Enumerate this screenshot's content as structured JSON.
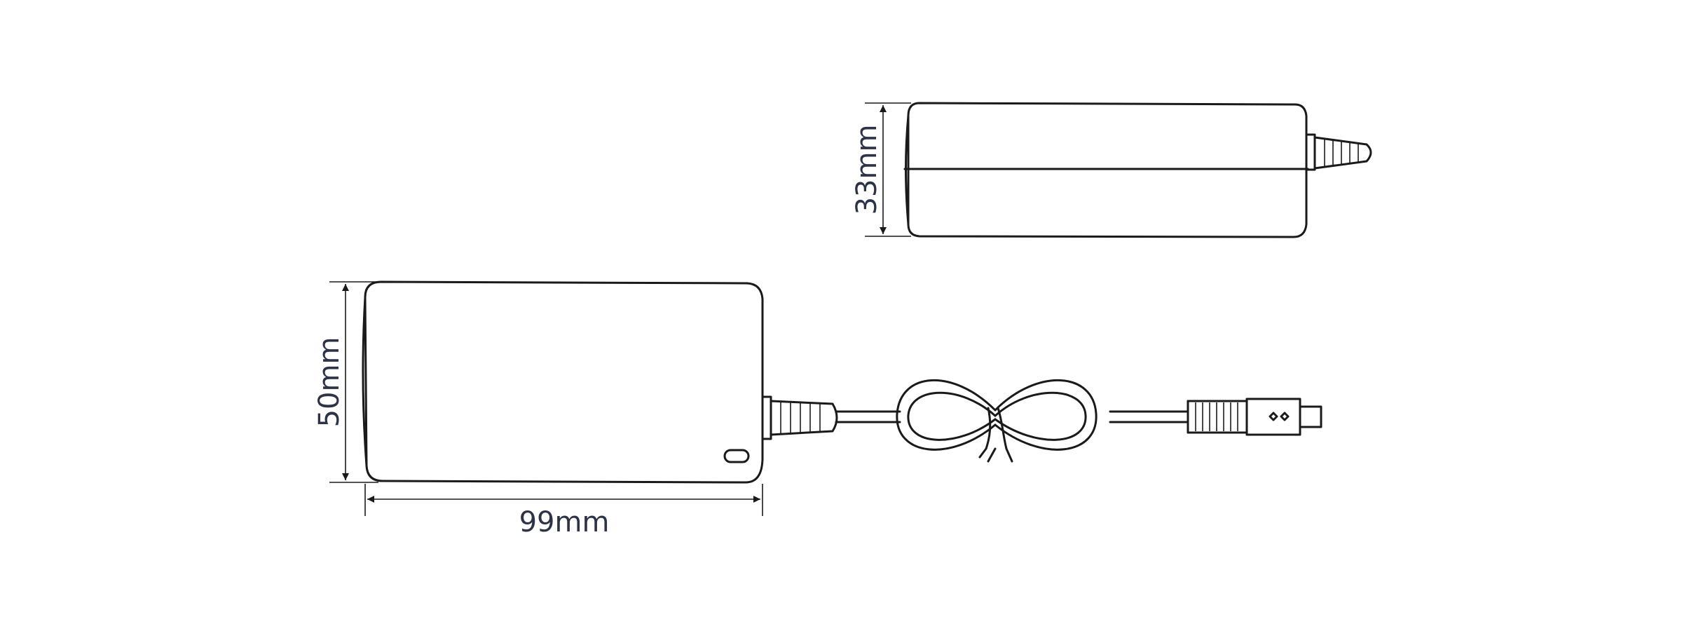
{
  "dimensions": {
    "height_side": "33mm",
    "width_top": "50mm",
    "length_top": "99mm"
  },
  "colors": {
    "line": "#1a1a1a",
    "dimension_text": "#2c3347",
    "background": "#ffffff"
  }
}
